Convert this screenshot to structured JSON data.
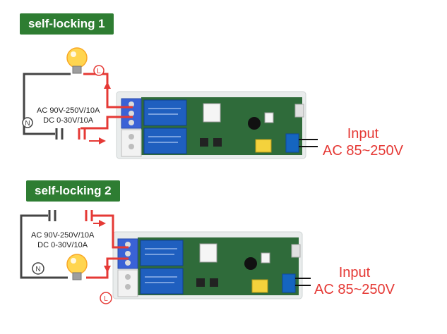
{
  "diagrams": [
    {
      "title": "self-locking 1",
      "spec_ac": "AC 90V-250V/10A",
      "spec_dc": "DC 0-30V/10A",
      "input_line1": "Input",
      "input_line2": "AC 85~250V",
      "live_symbol": "L",
      "neutral_symbol": "N"
    },
    {
      "title": "self-locking 2",
      "spec_ac": "AC 90V-250V/10A",
      "spec_dc": "DC 0-30V/10A",
      "input_line1": "Input",
      "input_line2": "AC 85~250V",
      "live_symbol": "L",
      "neutral_symbol": "N"
    }
  ],
  "colors": {
    "badge_green": "#2e7d32",
    "wire_red": "#e53935",
    "wire_gray": "#444444",
    "relay_blue": "#1f5fbf",
    "pcb_green": "#2f6b3a",
    "terminal_blue": "#1565c0"
  }
}
